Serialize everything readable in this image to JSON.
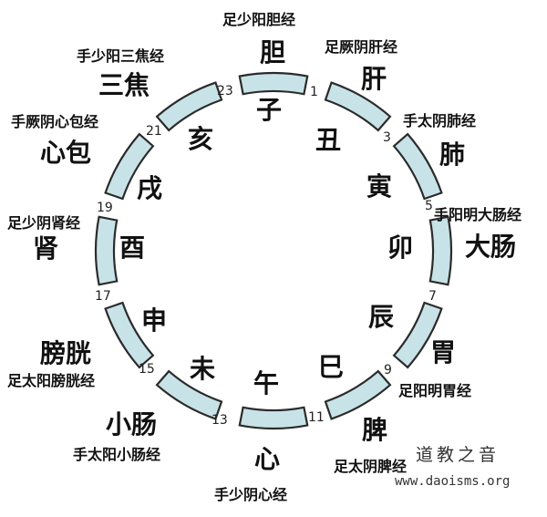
{
  "periods": [
    {
      "branch": "子",
      "organ": "胆",
      "meridian": "足少阳胆经",
      "hour": "23"
    },
    {
      "branch": "丑",
      "organ": "肝",
      "meridian": "足厥阴肝经",
      "hour": "1"
    },
    {
      "branch": "寅",
      "organ": "肺",
      "meridian": "手太阴肺经",
      "hour": "3"
    },
    {
      "branch": "卯",
      "organ": "大肠",
      "meridian": "手阳明大肠经",
      "hour": "5"
    },
    {
      "branch": "辰",
      "organ": "胃",
      "meridian": "足阳明胃经",
      "hour": "7"
    },
    {
      "branch": "巳",
      "organ": "脾",
      "meridian": "足太阴脾经",
      "hour": "9"
    },
    {
      "branch": "午",
      "organ": "心",
      "meridian": "手少阴心经",
      "hour": "11"
    },
    {
      "branch": "未",
      "organ": "小肠",
      "meridian": "手太阳小肠经",
      "hour": "13"
    },
    {
      "branch": "申",
      "organ": "膀胱",
      "meridian": "足太阳膀胱经",
      "hour": "15"
    },
    {
      "branch": "酉",
      "organ": "肾",
      "meridian": "足少阴肾经",
      "hour": "17"
    },
    {
      "branch": "戌",
      "organ": "心包",
      "meridian": "手厥阴心包经",
      "hour": "19"
    },
    {
      "branch": "亥",
      "organ": "三焦",
      "meridian": "手少阳三焦经",
      "hour": "21"
    }
  ],
  "watermark": {
    "title": "道教之音",
    "url": "www.daoisms.org"
  },
  "colors": {
    "segment_fill": "#c8e3e8",
    "segment_stroke": "#2b2b2b"
  }
}
